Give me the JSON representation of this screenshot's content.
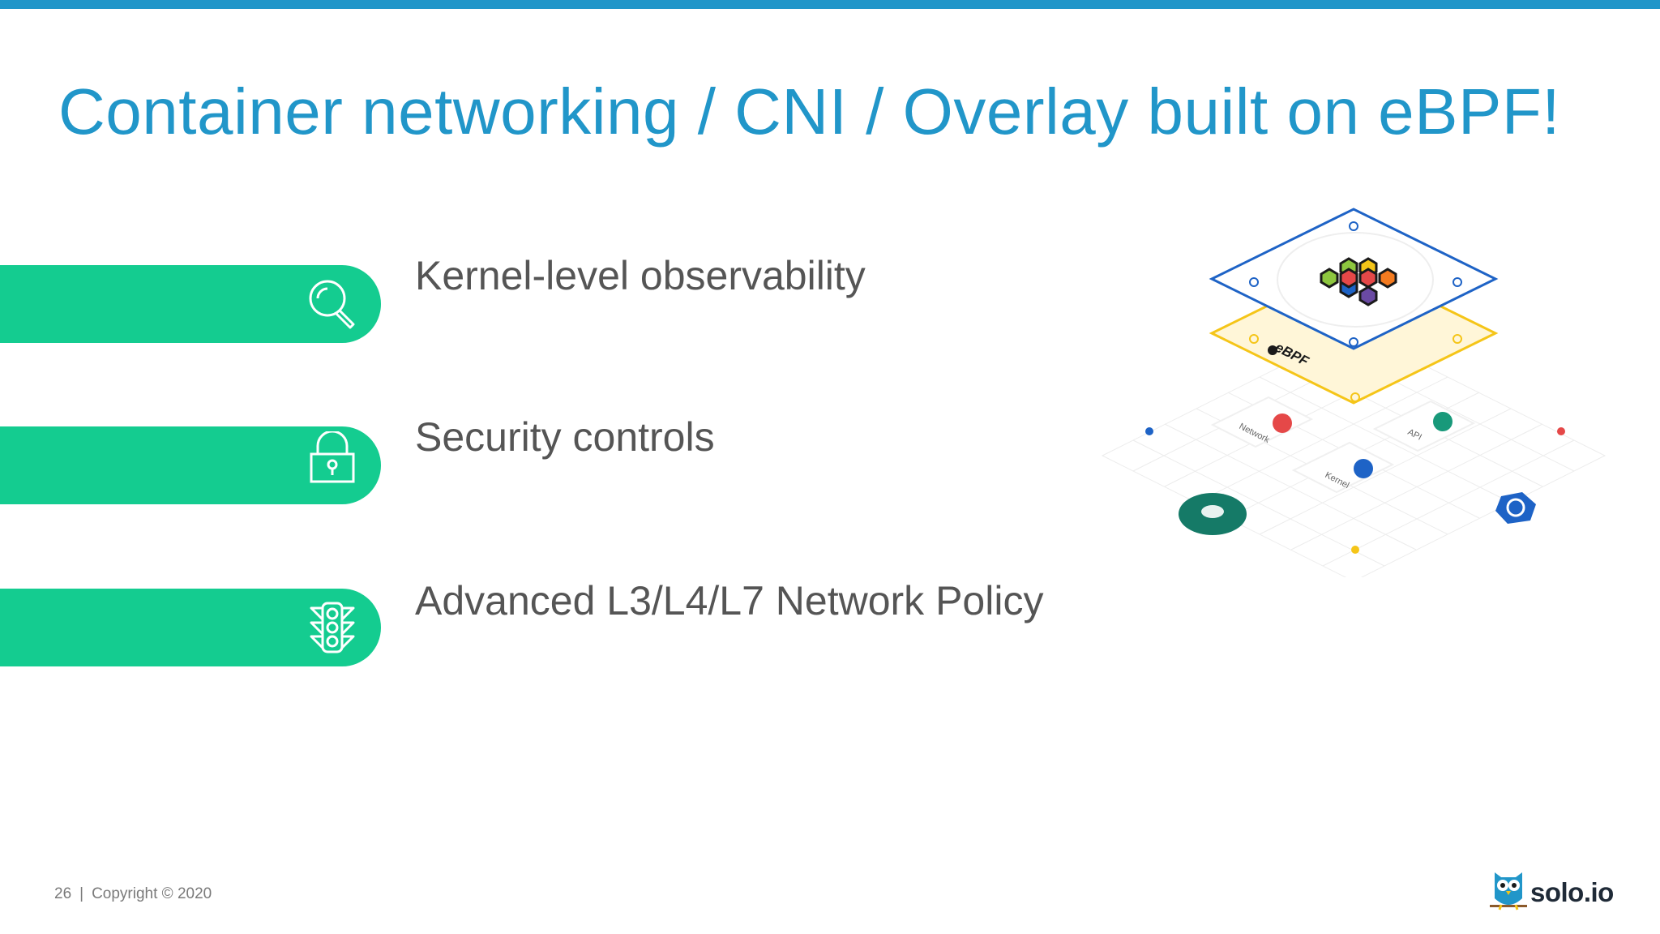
{
  "slide": {
    "title": "Container networking / CNI / Overlay built on eBPF!"
  },
  "features": [
    {
      "label": "Kernel-level observability",
      "icon": "magnifier-icon"
    },
    {
      "label": "Security controls",
      "icon": "padlock-icon"
    },
    {
      "label": "Advanced L3/L4/L7 Network Policy",
      "icon": "traffic-light-icon"
    }
  ],
  "illustration": {
    "ebpf_label": "eBPF",
    "tiles": {
      "network": "Network",
      "api": "API",
      "kernel": "Kernel"
    }
  },
  "footer": {
    "page_number": "26",
    "separator": "|",
    "copyright": "Copyright © 2020"
  },
  "logo": {
    "text": "solo.io"
  },
  "colors": {
    "accent": "#2196c9",
    "pill": "#14cc90",
    "body_text": "#555555"
  }
}
